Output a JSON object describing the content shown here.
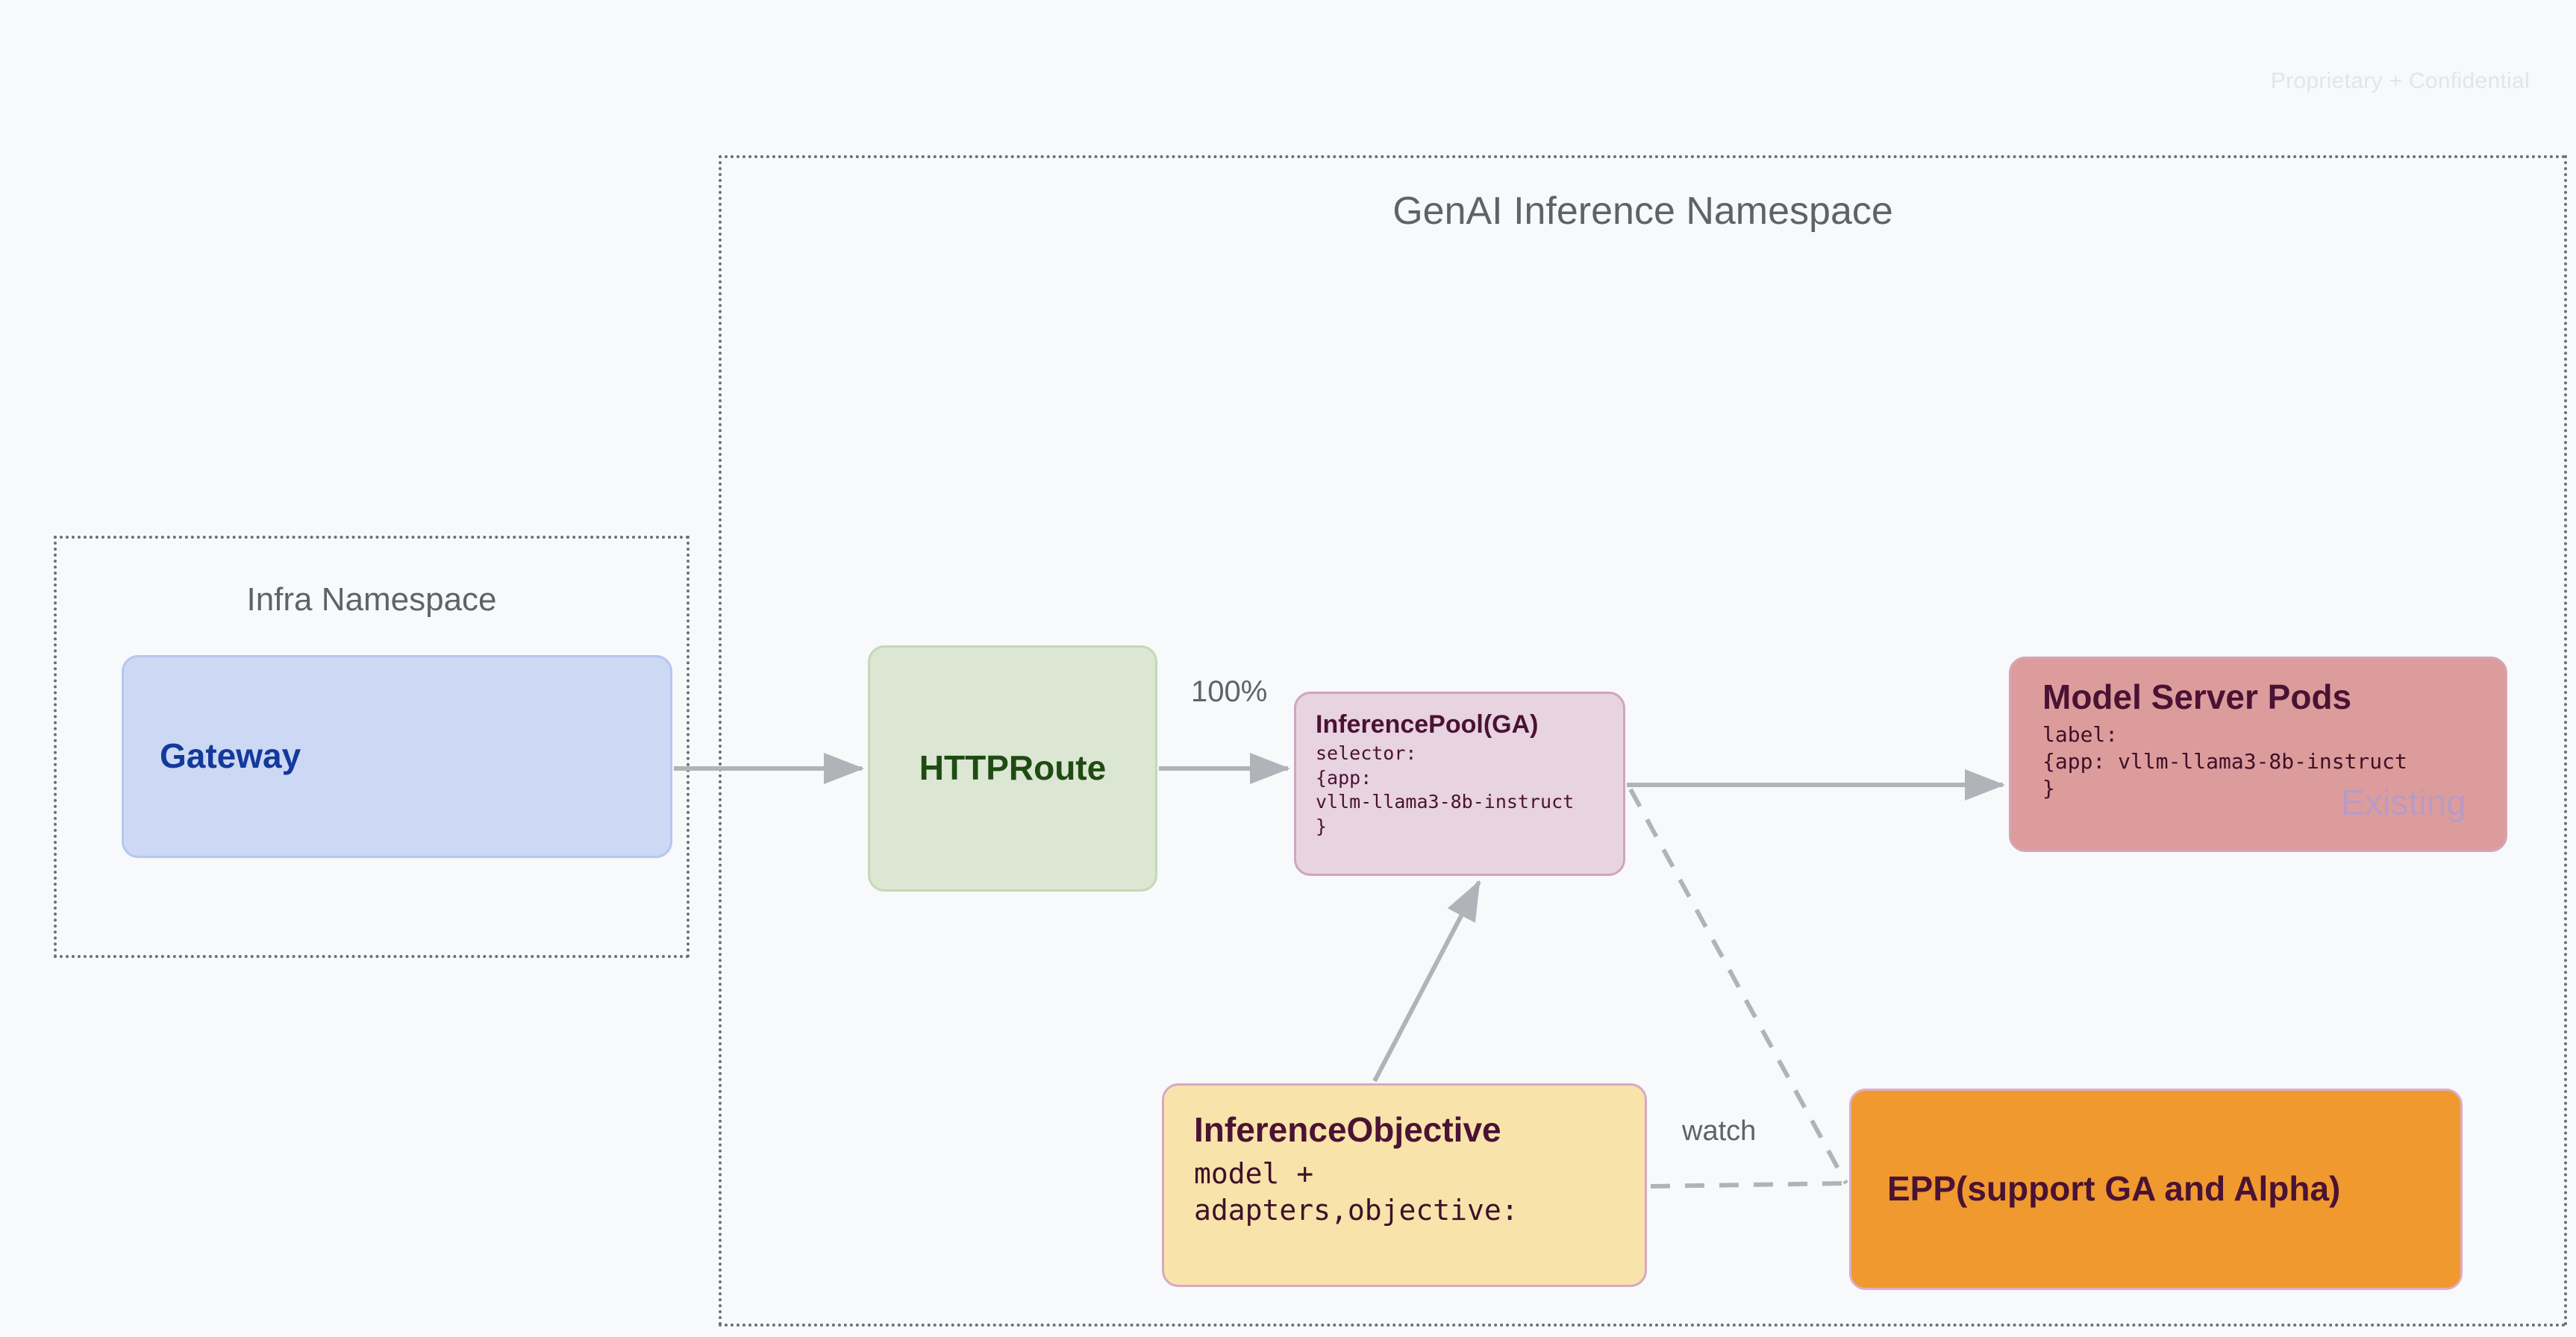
{
  "watermark": "Proprietary + Confidential",
  "namespaces": [
    {
      "id": "infra",
      "title": "Infra Namespace"
    },
    {
      "id": "genai",
      "title": "GenAI Inference Namespace"
    }
  ],
  "nodes": {
    "gateway": {
      "title": "Gateway",
      "fill": "#ccd8f4",
      "text_color": "#13399b"
    },
    "httproute": {
      "title": "HTTPRoute",
      "fill": "#dbe6d3",
      "text_color": "#1f4b13"
    },
    "inferencepool": {
      "title": "InferencePool(GA)",
      "body": "selector:\n{app:\nvllm-llama3-8b-instruct\n}",
      "fill": "#e8d3e0",
      "text_color": "#4a1233"
    },
    "modelserver": {
      "title": "Model Server Pods",
      "body": "label:\n{app: vllm-llama3-8b-instruct\n}",
      "badge": "Existing",
      "fill": "#dd9c9c",
      "text_color": "#4a1233",
      "badge_color": "#b89bc4"
    },
    "inferenceobjective": {
      "title": "InferenceObjective",
      "body": "model +\nadapters,objective:",
      "fill": "#f8e3ab",
      "text_color": "#4a1233"
    },
    "epp": {
      "title": "EPP(support GA and Alpha)",
      "fill": "#f0992e",
      "text_color": "#4a1233"
    }
  },
  "edges": {
    "gateway_to_httproute": {
      "label": "",
      "style": "solid"
    },
    "httproute_to_pool": {
      "label": "100%",
      "style": "solid"
    },
    "pool_to_modelserver": {
      "label": "",
      "style": "solid"
    },
    "objective_to_pool": {
      "label": "",
      "style": "solid"
    },
    "pool_to_epp": {
      "label": "",
      "style": "dashed"
    },
    "objective_to_epp": {
      "label": "watch",
      "style": "dashed"
    }
  },
  "colors": {
    "background": "#f7f9fb",
    "edge": "#b0b4b8",
    "namespace_border": "#6b6f76",
    "namespace_title": "#5f6368"
  }
}
